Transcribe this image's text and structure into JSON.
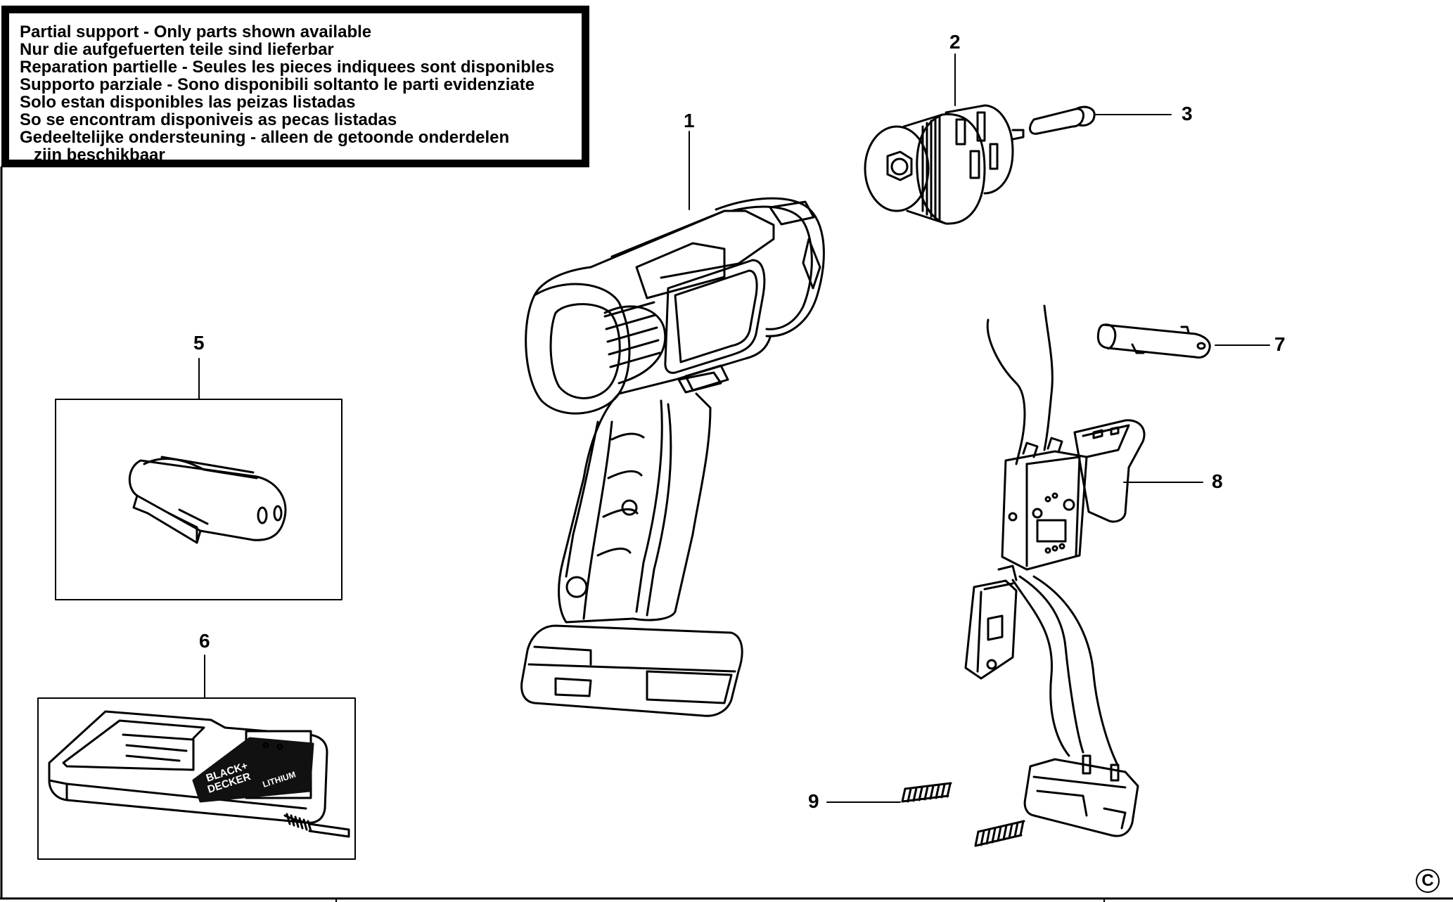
{
  "notice": {
    "lines": [
      "Partial support - Only parts shown available",
      "Nur die aufgefuerten teile sind lieferbar",
      "Reparation partielle - Seules les pieces indiquees sont disponibles",
      "Supporto parziale - Sono disponibili soltanto le parti evidenziate",
      "Solo estan disponibles las peizas listadas",
      "So se encontram disponiveis as pecas listadas",
      "Gedeeltelijke ondersteuning - alleen de getoonde onderdelen",
      "zijn beschikbaar"
    ]
  },
  "callouts": {
    "c1": "1",
    "c2": "2",
    "c3": "3",
    "c5": "5",
    "c6": "6",
    "c7": "7",
    "c8": "8",
    "c9": "9"
  },
  "charger": {
    "brand_line1": "BLACK+",
    "brand_line2": "DECKER",
    "chemistry": "LITHIUM"
  },
  "copyright_symbol": "C"
}
